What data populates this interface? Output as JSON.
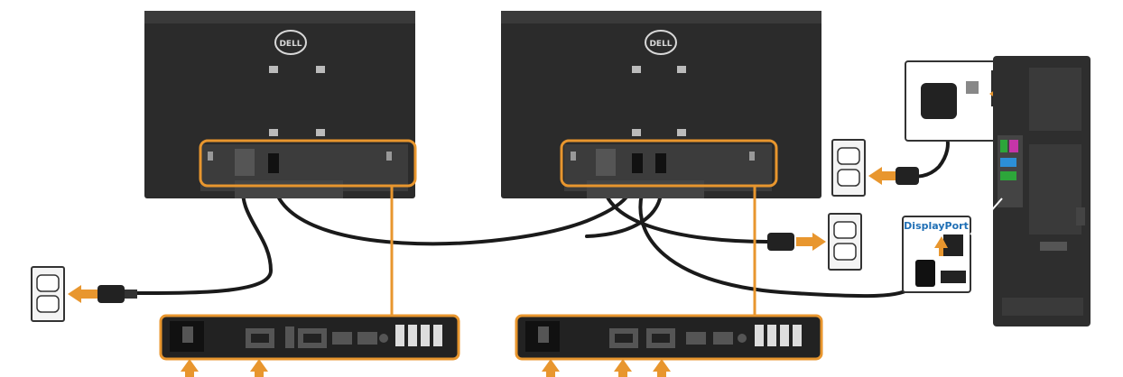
{
  "labels": {
    "brand_left": "DELL",
    "brand_right": "DELL",
    "displayport": "DisplayPort"
  },
  "colors": {
    "accent_orange": "#E8962E",
    "cable": "#1a1a1a",
    "monitor_body": "#2b2b2b",
    "panel_gray": "#3a3a3a",
    "displayport_text": "#1f6fb5"
  },
  "icons": [
    "monitor-back-left",
    "monitor-back-right",
    "dell-logo-icon",
    "power-outlet-icon",
    "power-plug-icon",
    "displayport-connector-icon",
    "desktop-pc-tower-icon",
    "io-panel-zoom",
    "arrow-up-icon",
    "arrow-left-icon"
  ]
}
